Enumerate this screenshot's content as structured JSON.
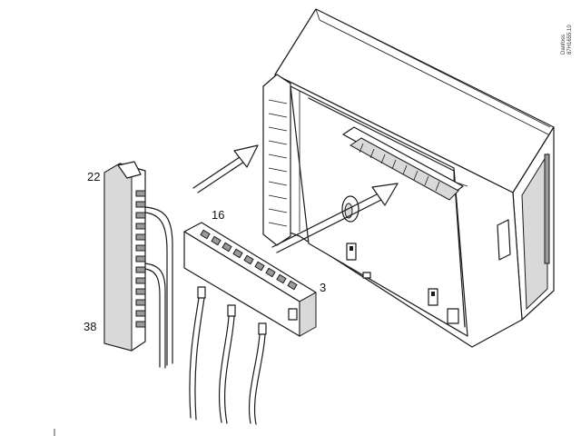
{
  "figure": {
    "labels": {
      "connector_large_top": "22",
      "connector_large_bottom": "38",
      "connector_small_left": "16",
      "connector_small_right": "3"
    },
    "credit": {
      "brand": "Danfoss",
      "code": "87H1655.10"
    }
  }
}
